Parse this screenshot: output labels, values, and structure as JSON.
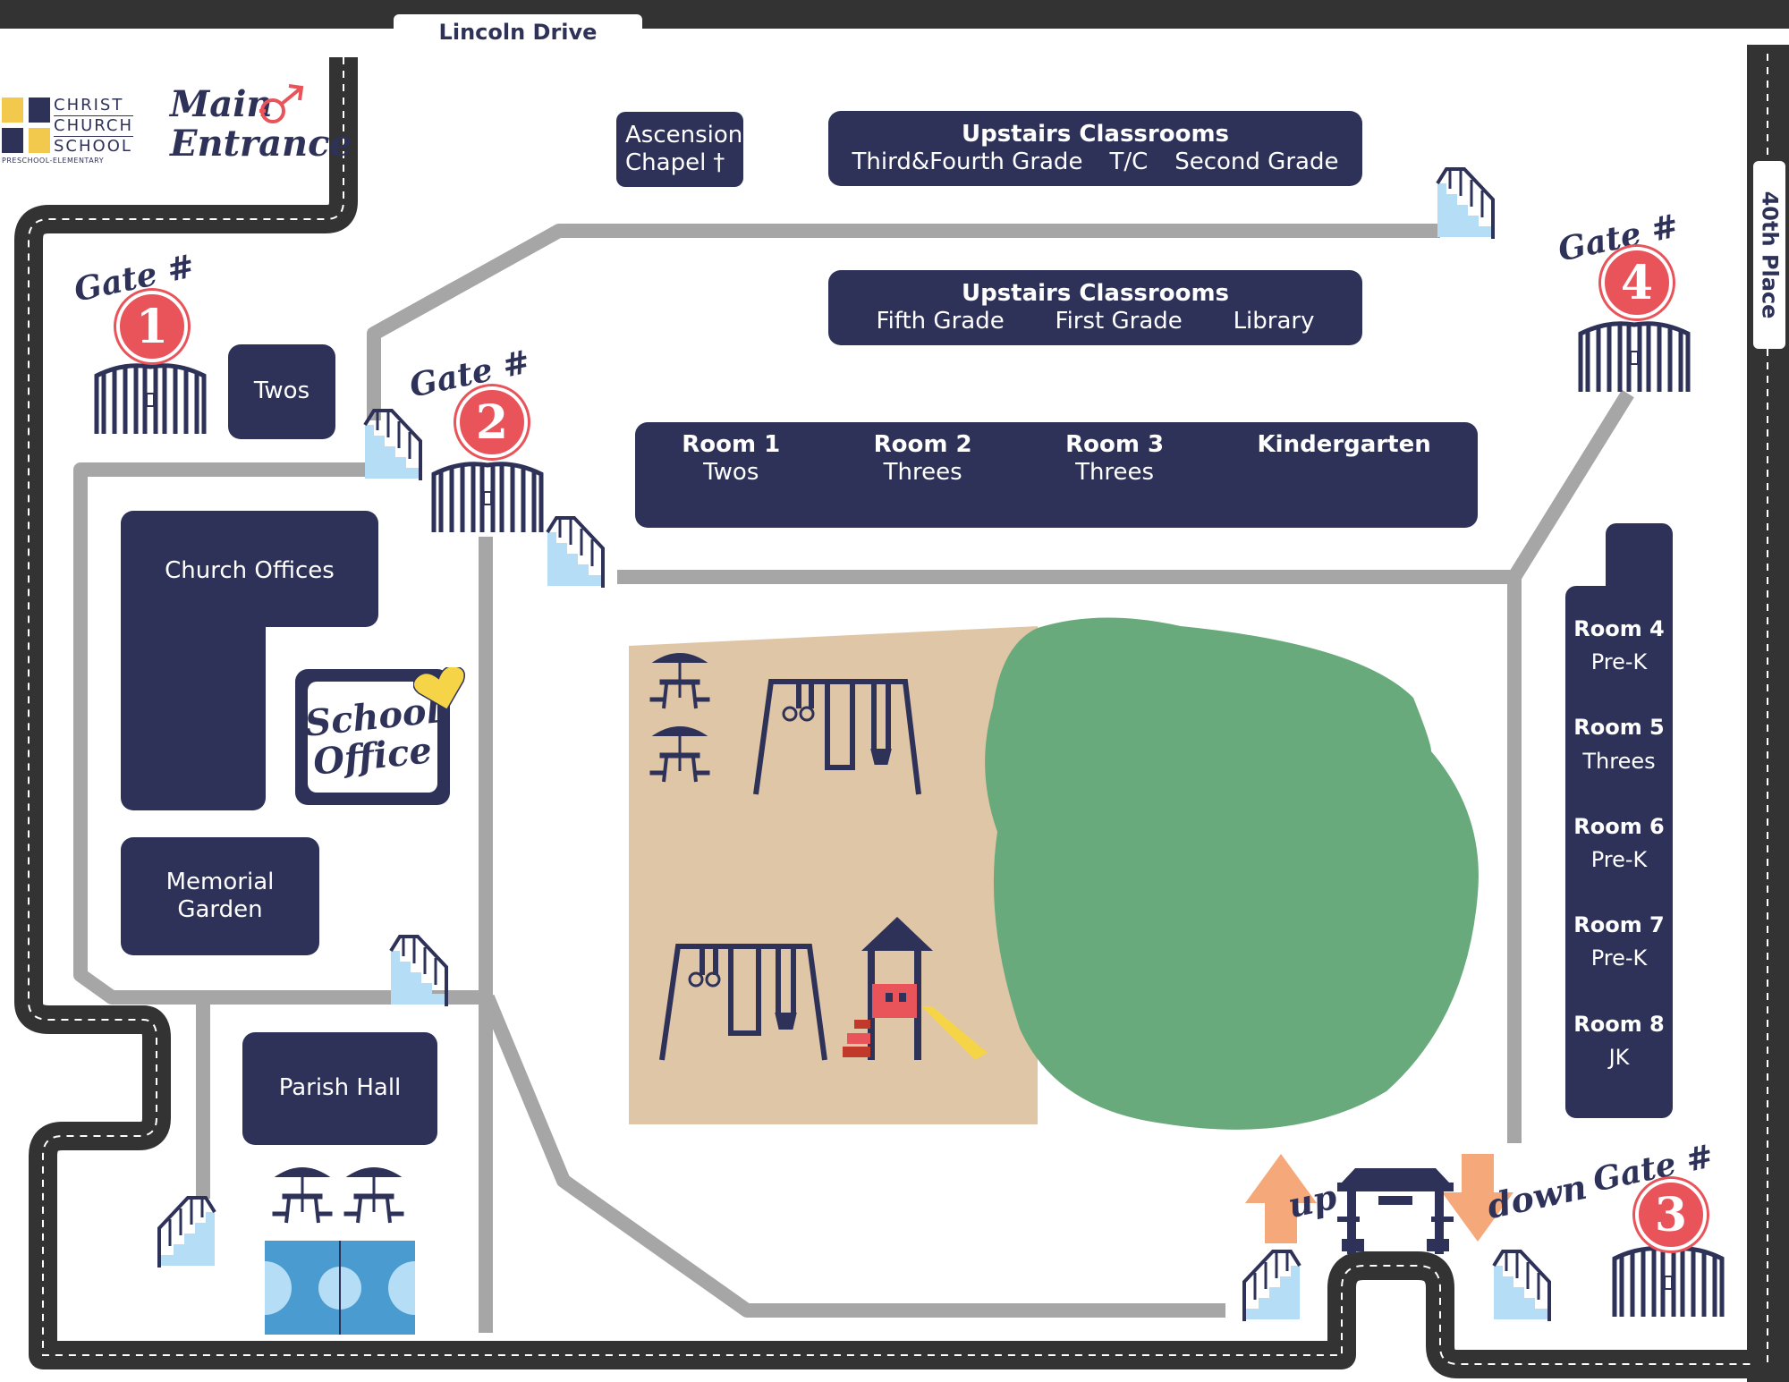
{
  "streets": {
    "north": "Lincoln Drive",
    "east": "40th Place"
  },
  "logo": {
    "line1": "CHRIST",
    "line2": "CHURCH",
    "line3": "SCHOOL",
    "tagline": "PRESCHOOL-ELEMENTARY"
  },
  "main_entrance": {
    "line1": "Main",
    "line2": "Entrance"
  },
  "buildings": {
    "chapel": {
      "line1": "Ascension",
      "line2": "Chapel"
    },
    "upstairs_a": {
      "title": "Upstairs Classrooms",
      "rooms": [
        "Third&Fourth Grade",
        "T/C",
        "Second Grade"
      ]
    },
    "upstairs_b": {
      "title": "Upstairs Classrooms",
      "rooms": [
        "Fifth Grade",
        "First Grade",
        "Library"
      ]
    },
    "twos": "Twos",
    "church_offices": "Church Offices",
    "school_office": {
      "line1": "School",
      "line2": "Office"
    },
    "memorial_garden": {
      "line1": "Memorial",
      "line2": "Garden"
    },
    "parish_hall": "Parish Hall",
    "row_rooms": [
      {
        "name": "Room 1",
        "grade": "Twos"
      },
      {
        "name": "Room 2",
        "grade": "Threes"
      },
      {
        "name": "Room 3",
        "grade": "Threes"
      },
      {
        "name": "Kindergarten",
        "grade": ""
      }
    ],
    "east_rooms": [
      {
        "name": "Room 4",
        "grade": "Pre-K"
      },
      {
        "name": "Room 5",
        "grade": "Threes"
      },
      {
        "name": "Room 6",
        "grade": "Pre-K"
      },
      {
        "name": "Room 7",
        "grade": "Pre-K"
      },
      {
        "name": "Room 8",
        "grade": "JK"
      }
    ]
  },
  "gates": {
    "word": "Gate #",
    "g1": "1",
    "g2": "2",
    "g3": "3",
    "g4": "4"
  },
  "arrows": {
    "up": "up",
    "down": "down"
  },
  "colors": {
    "navy": "#2e3259",
    "road": "#333333",
    "path": "#a6a6a6",
    "sand": "#dfc6a7",
    "grass": "#69aa7c",
    "stairs": "#b5ddf6",
    "gate_badge": "#e9535a",
    "arrow": "#f5a87a",
    "court": "#4a9bcf"
  }
}
